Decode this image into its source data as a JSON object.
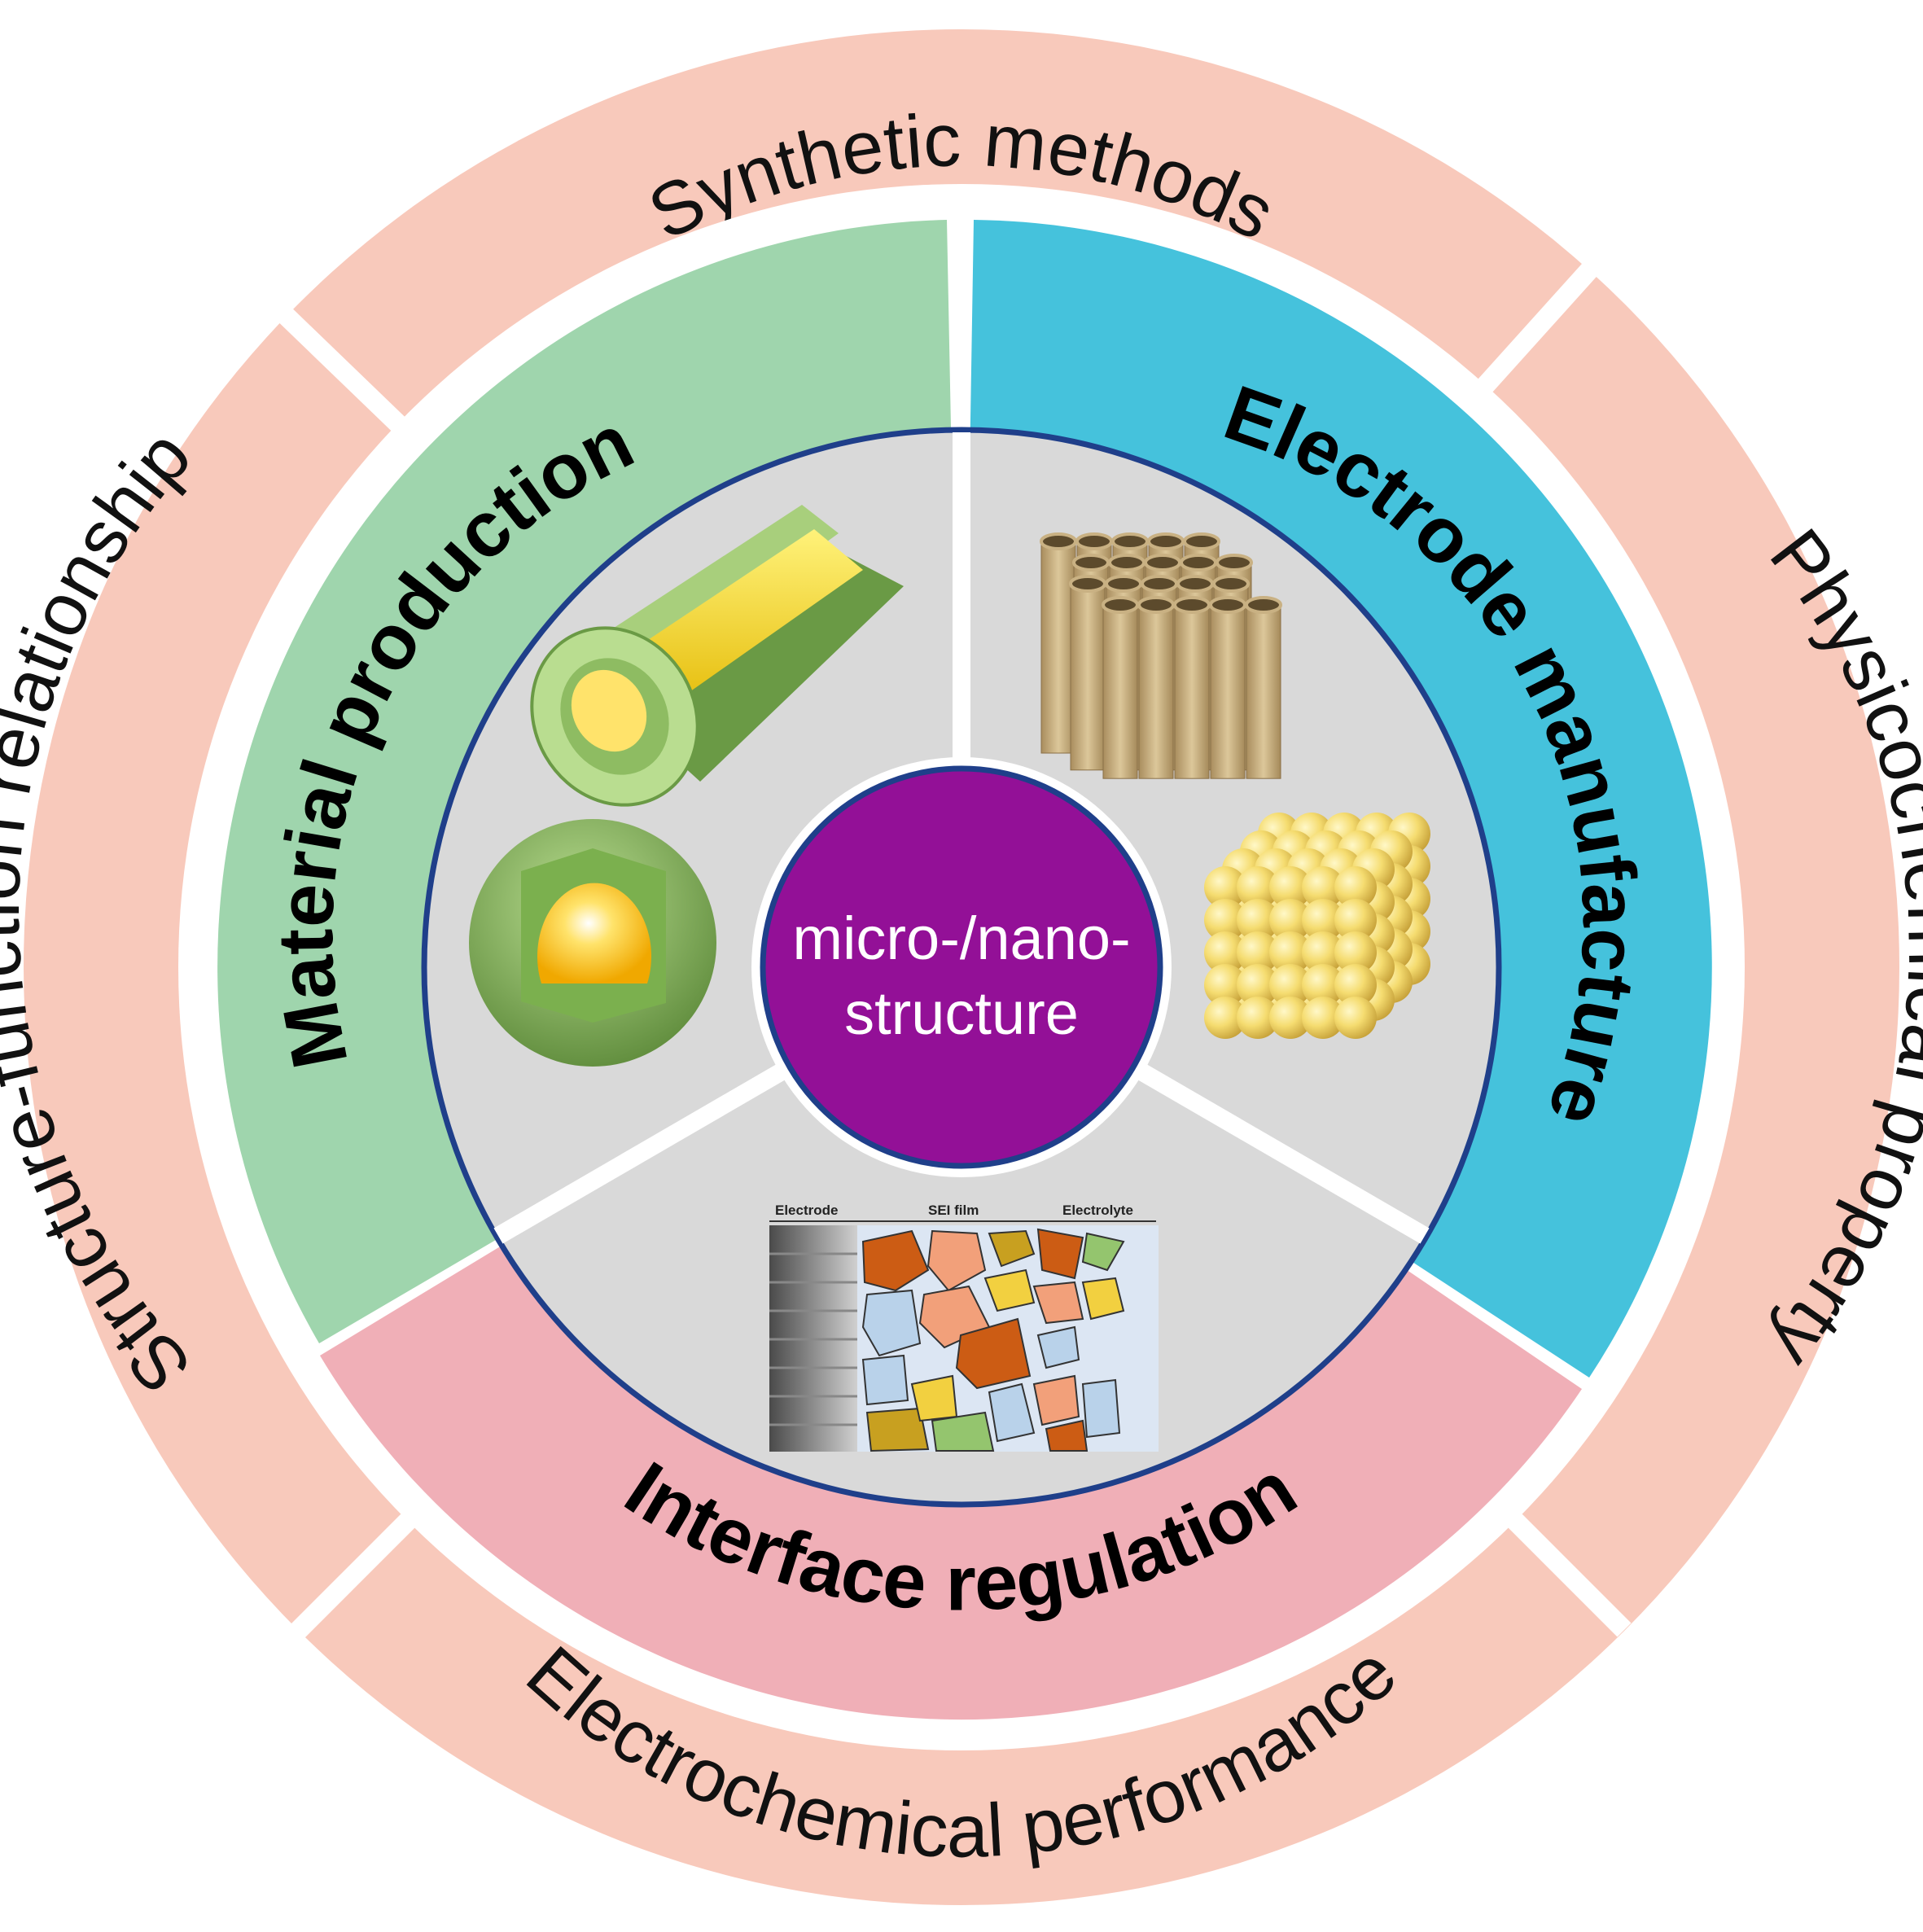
{
  "outer_ring": {
    "top": "Synthetic  methods",
    "right": "Physicochemical property",
    "bottom": "Electrochemical performance",
    "left": "Structure-function relationship"
  },
  "middle_ring": {
    "material": "Material production",
    "electrode": "Electrode manufacture",
    "interface": "Interface regulation"
  },
  "center": {
    "line1": "micro-/nano-",
    "line2": "structure"
  },
  "sei_schematic": {
    "electrode": "Electrode",
    "sei": "SEI film",
    "electrolyte": "Electrolyte"
  },
  "colors": {
    "outer_ring": "#f8c9bb",
    "material_sector": "#9fd5ad",
    "electrode_sector": "#45c2dc",
    "interface_sector": "#f0afb7",
    "inner_disc": "#d9d9d9",
    "inner_border": "#1f3f8a",
    "center": "#931097"
  }
}
